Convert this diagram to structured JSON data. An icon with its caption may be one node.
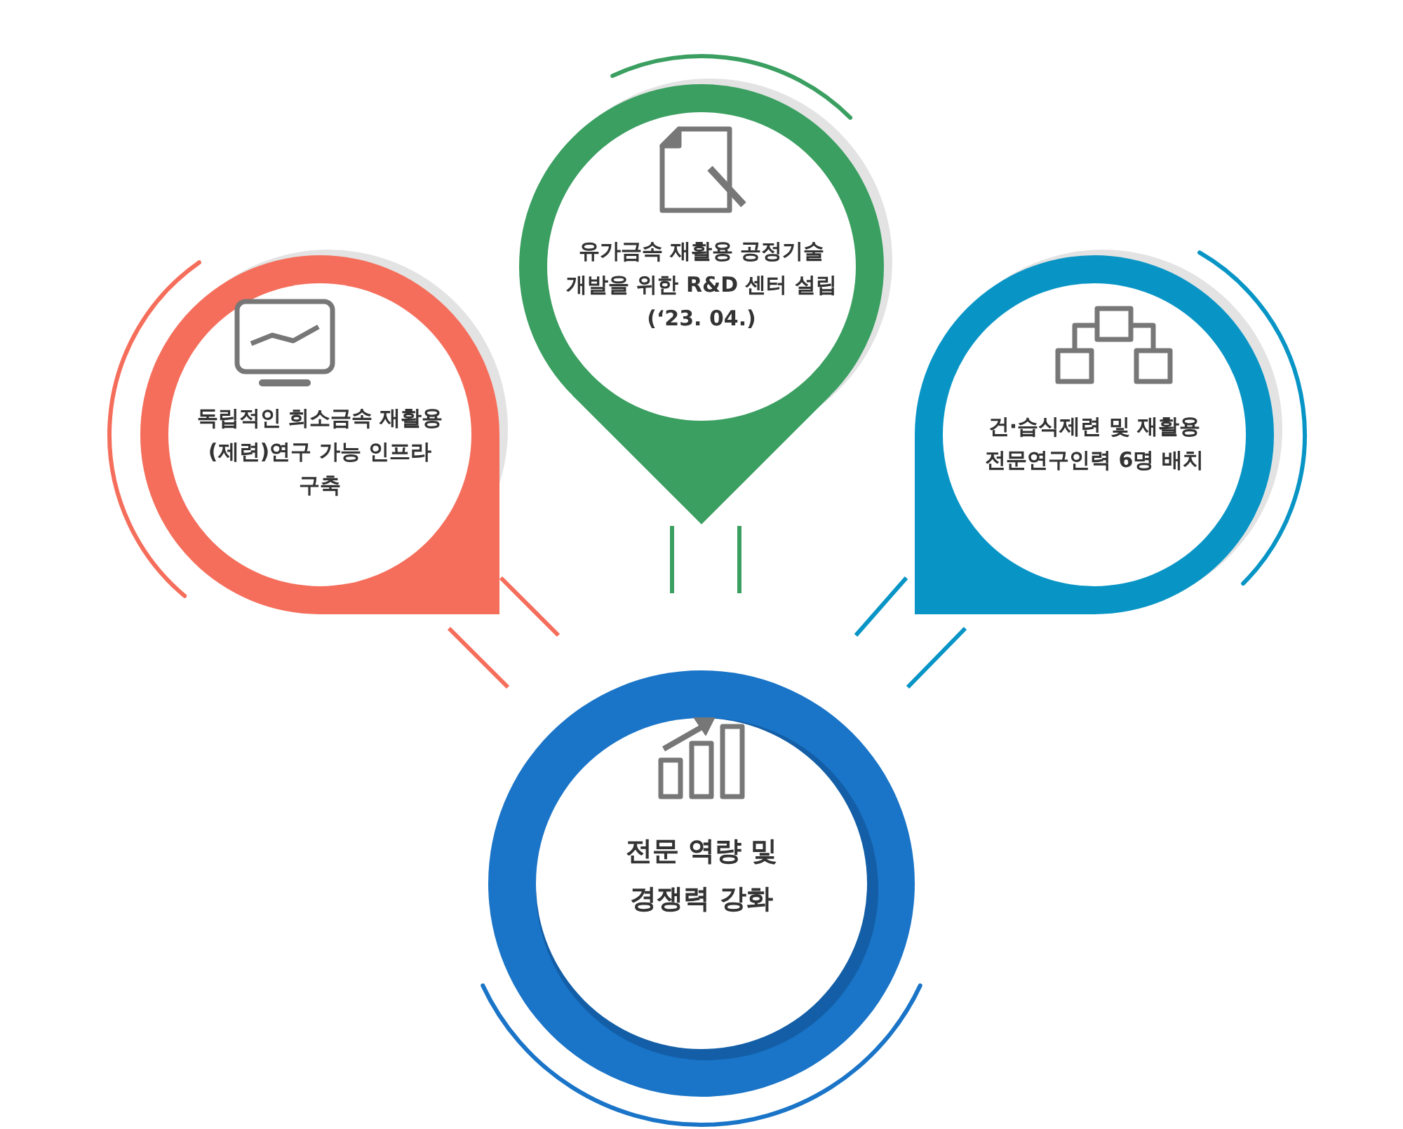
{
  "diagram": {
    "nodes": [
      {
        "text": [
          "독립적인 희소금속 재활용(제련)연구 가능 인프라 구축"
        ]
      },
      {
        "text": [
          "유가금속 재활용 공정기술 개발을 위한 R&D 센터 설립 (‘23. 04.)"
        ]
      },
      {
        "text": [
          "건·습식제련 및 재활용 전문연구인력 6명 배치"
        ]
      },
      {
        "text": [
          "전문 역량 및 경쟁력 강화"
        ]
      }
    ]
  }
}
